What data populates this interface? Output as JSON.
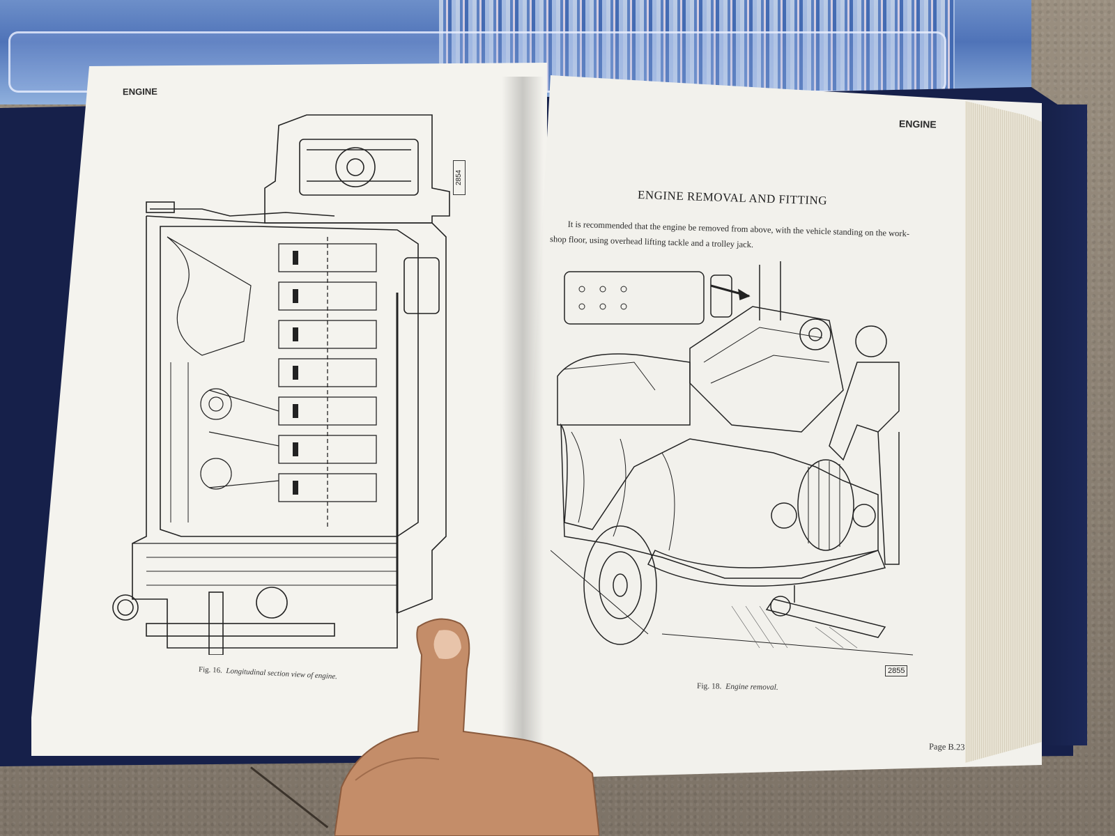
{
  "left_page": {
    "header": "ENGINE",
    "plate_number": "2854",
    "caption_fig": "Fig. 16.",
    "caption_text": "Longitudinal section view of engine."
  },
  "right_page": {
    "header": "ENGINE",
    "title": "ENGINE REMOVAL AND FITTING",
    "body_line1": "It is recommended that the engine be removed from above, with the vehicle standing on the work-",
    "body_line2": "shop floor, using overhead lifting tackle and a trolley jack.",
    "plate_number": "2855",
    "caption_fig": "Fig. 18.",
    "caption_text": "Engine removal.",
    "page_number": "Page B.23"
  },
  "colors": {
    "paper": "#f2f1ec",
    "binder": "#16204a",
    "bin": "#5b7fc2",
    "pavement": "#8a7f72",
    "ink": "#2a2a2a"
  }
}
